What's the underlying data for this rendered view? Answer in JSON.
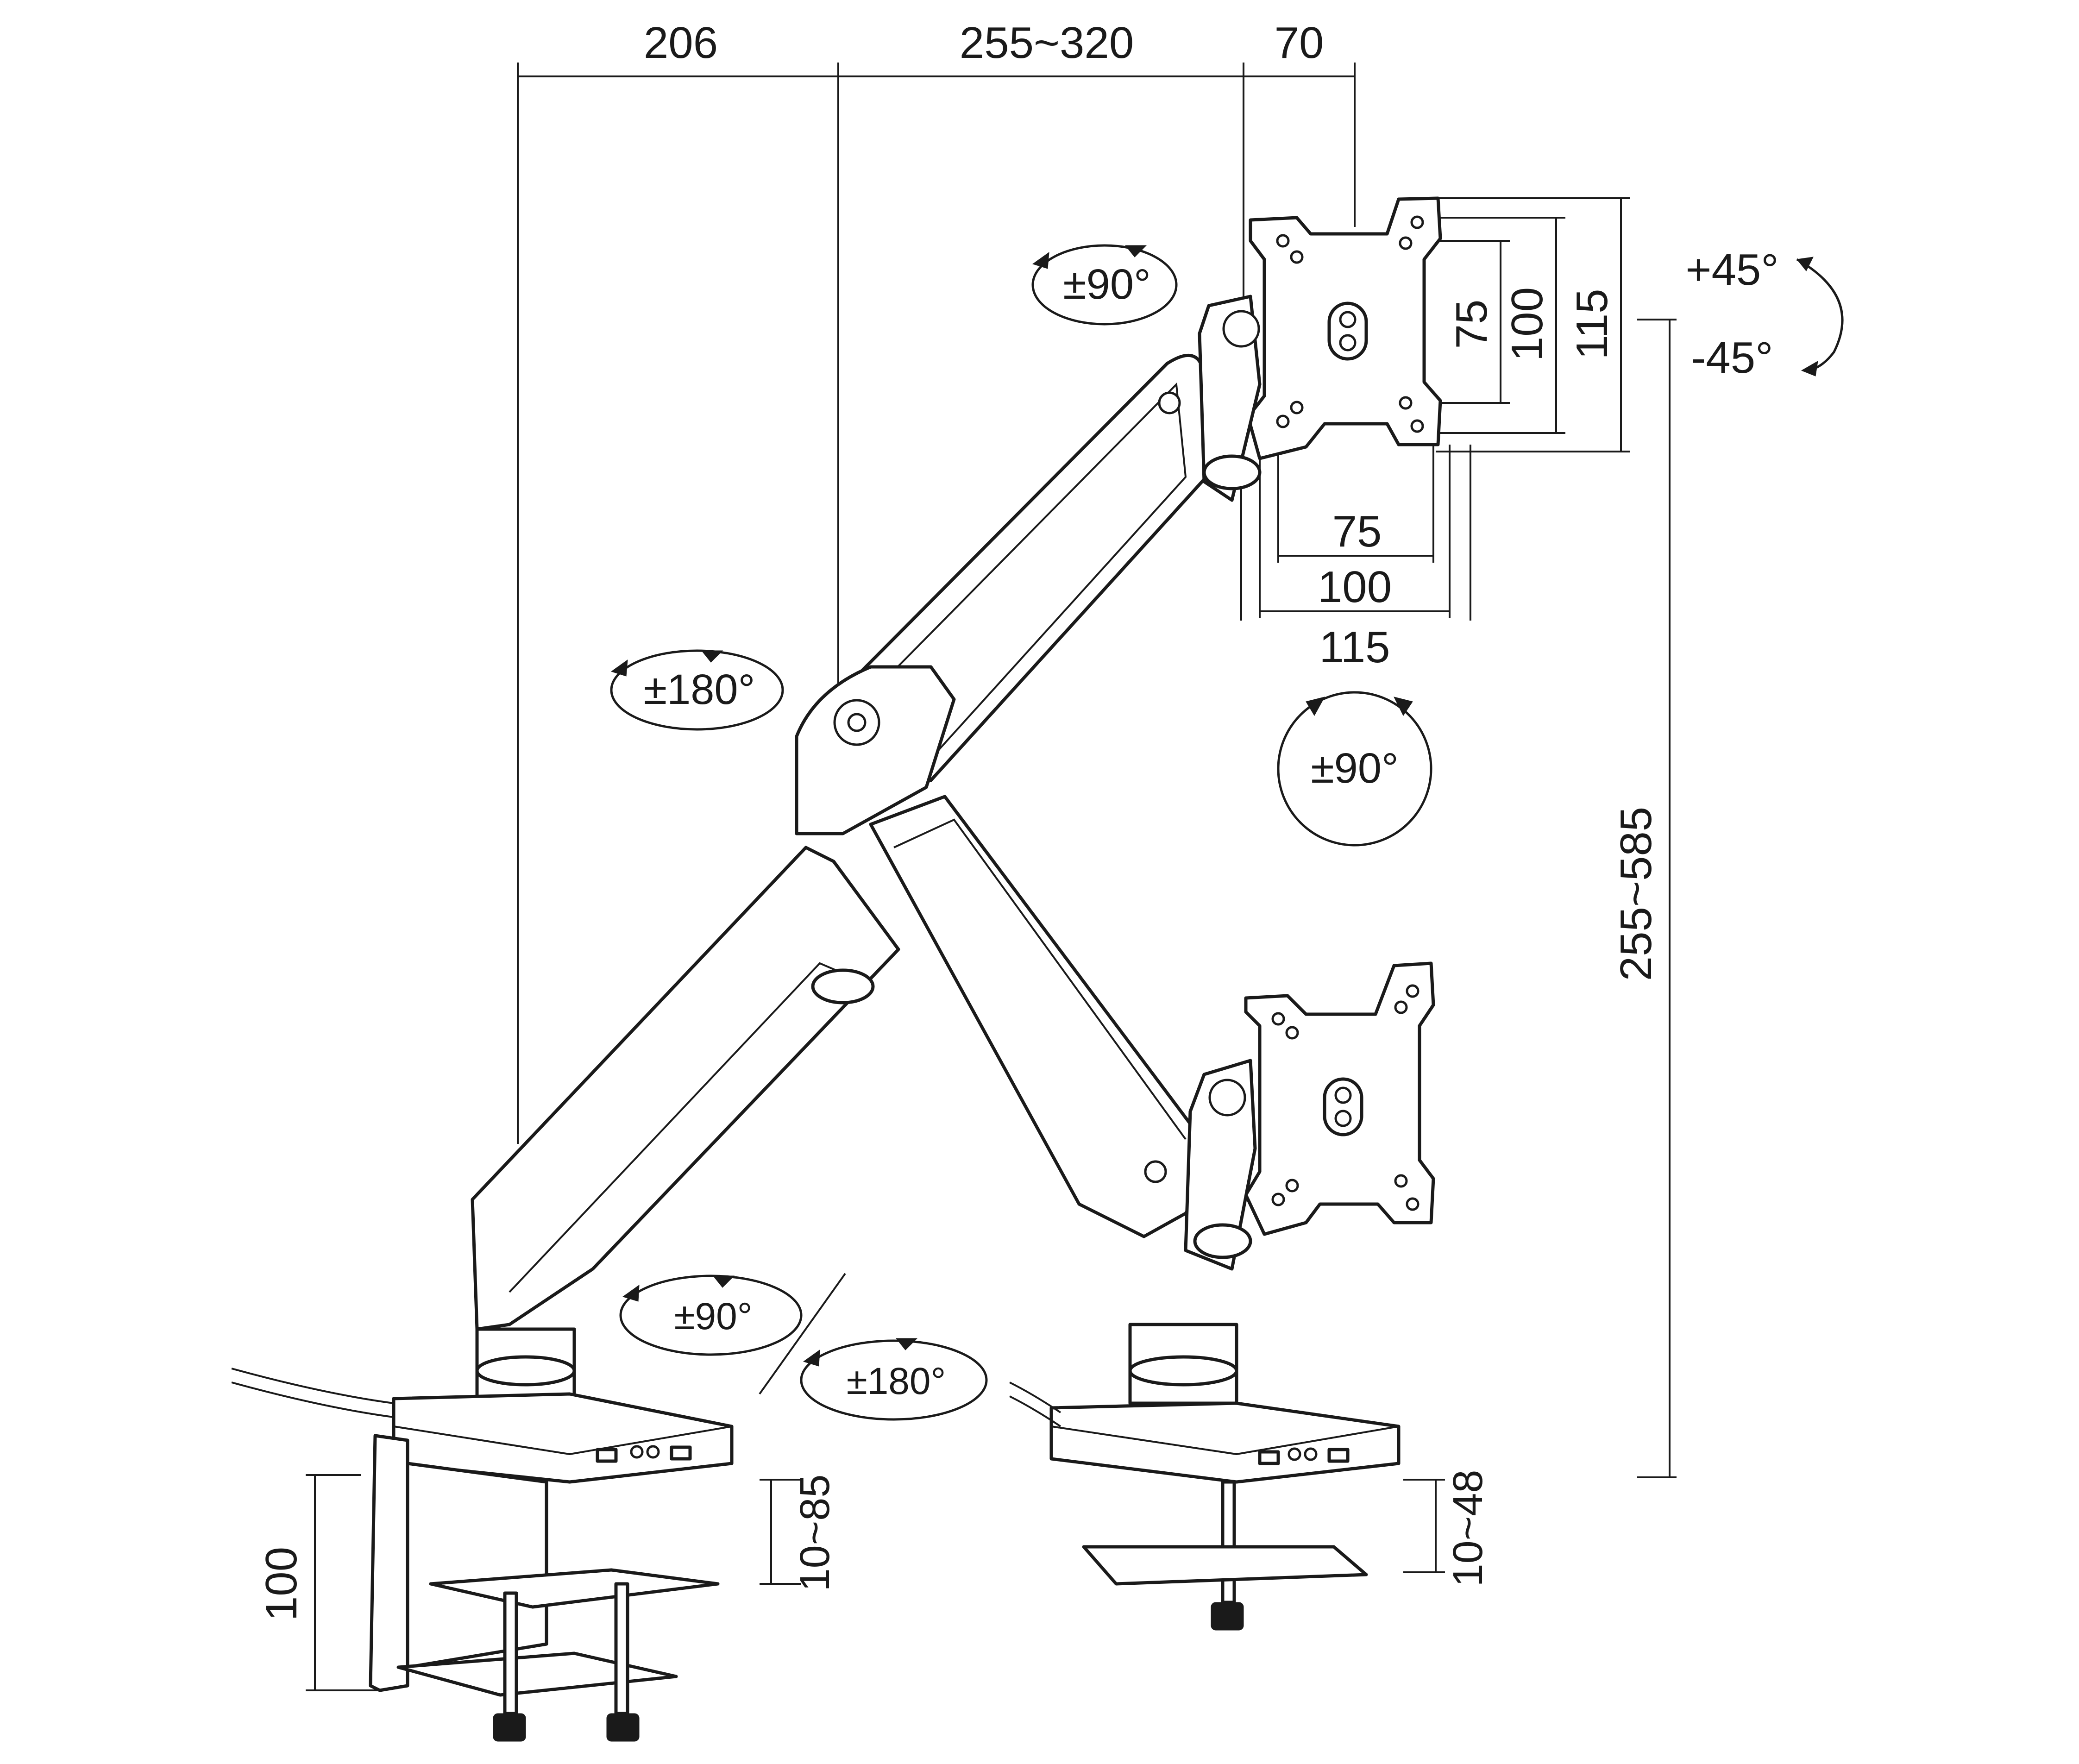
{
  "dimensions": {
    "top": [
      "206",
      "255~320",
      "70"
    ],
    "vesa_vertical": [
      "75",
      "100",
      "115"
    ],
    "vesa_horizontal": [
      "75",
      "100",
      "115"
    ],
    "arm_height": "255~585",
    "clamp_height": "100",
    "clamp_range": "10~85",
    "grommet_range": "10~48"
  },
  "rotations": {
    "tilt_up": "+45°",
    "tilt_down": "-45°",
    "head_swivel": "±90°",
    "elbow": "±180°",
    "screen_rotate": "±90°",
    "base_swivel": "±90°",
    "base_rotate": "±180°"
  }
}
